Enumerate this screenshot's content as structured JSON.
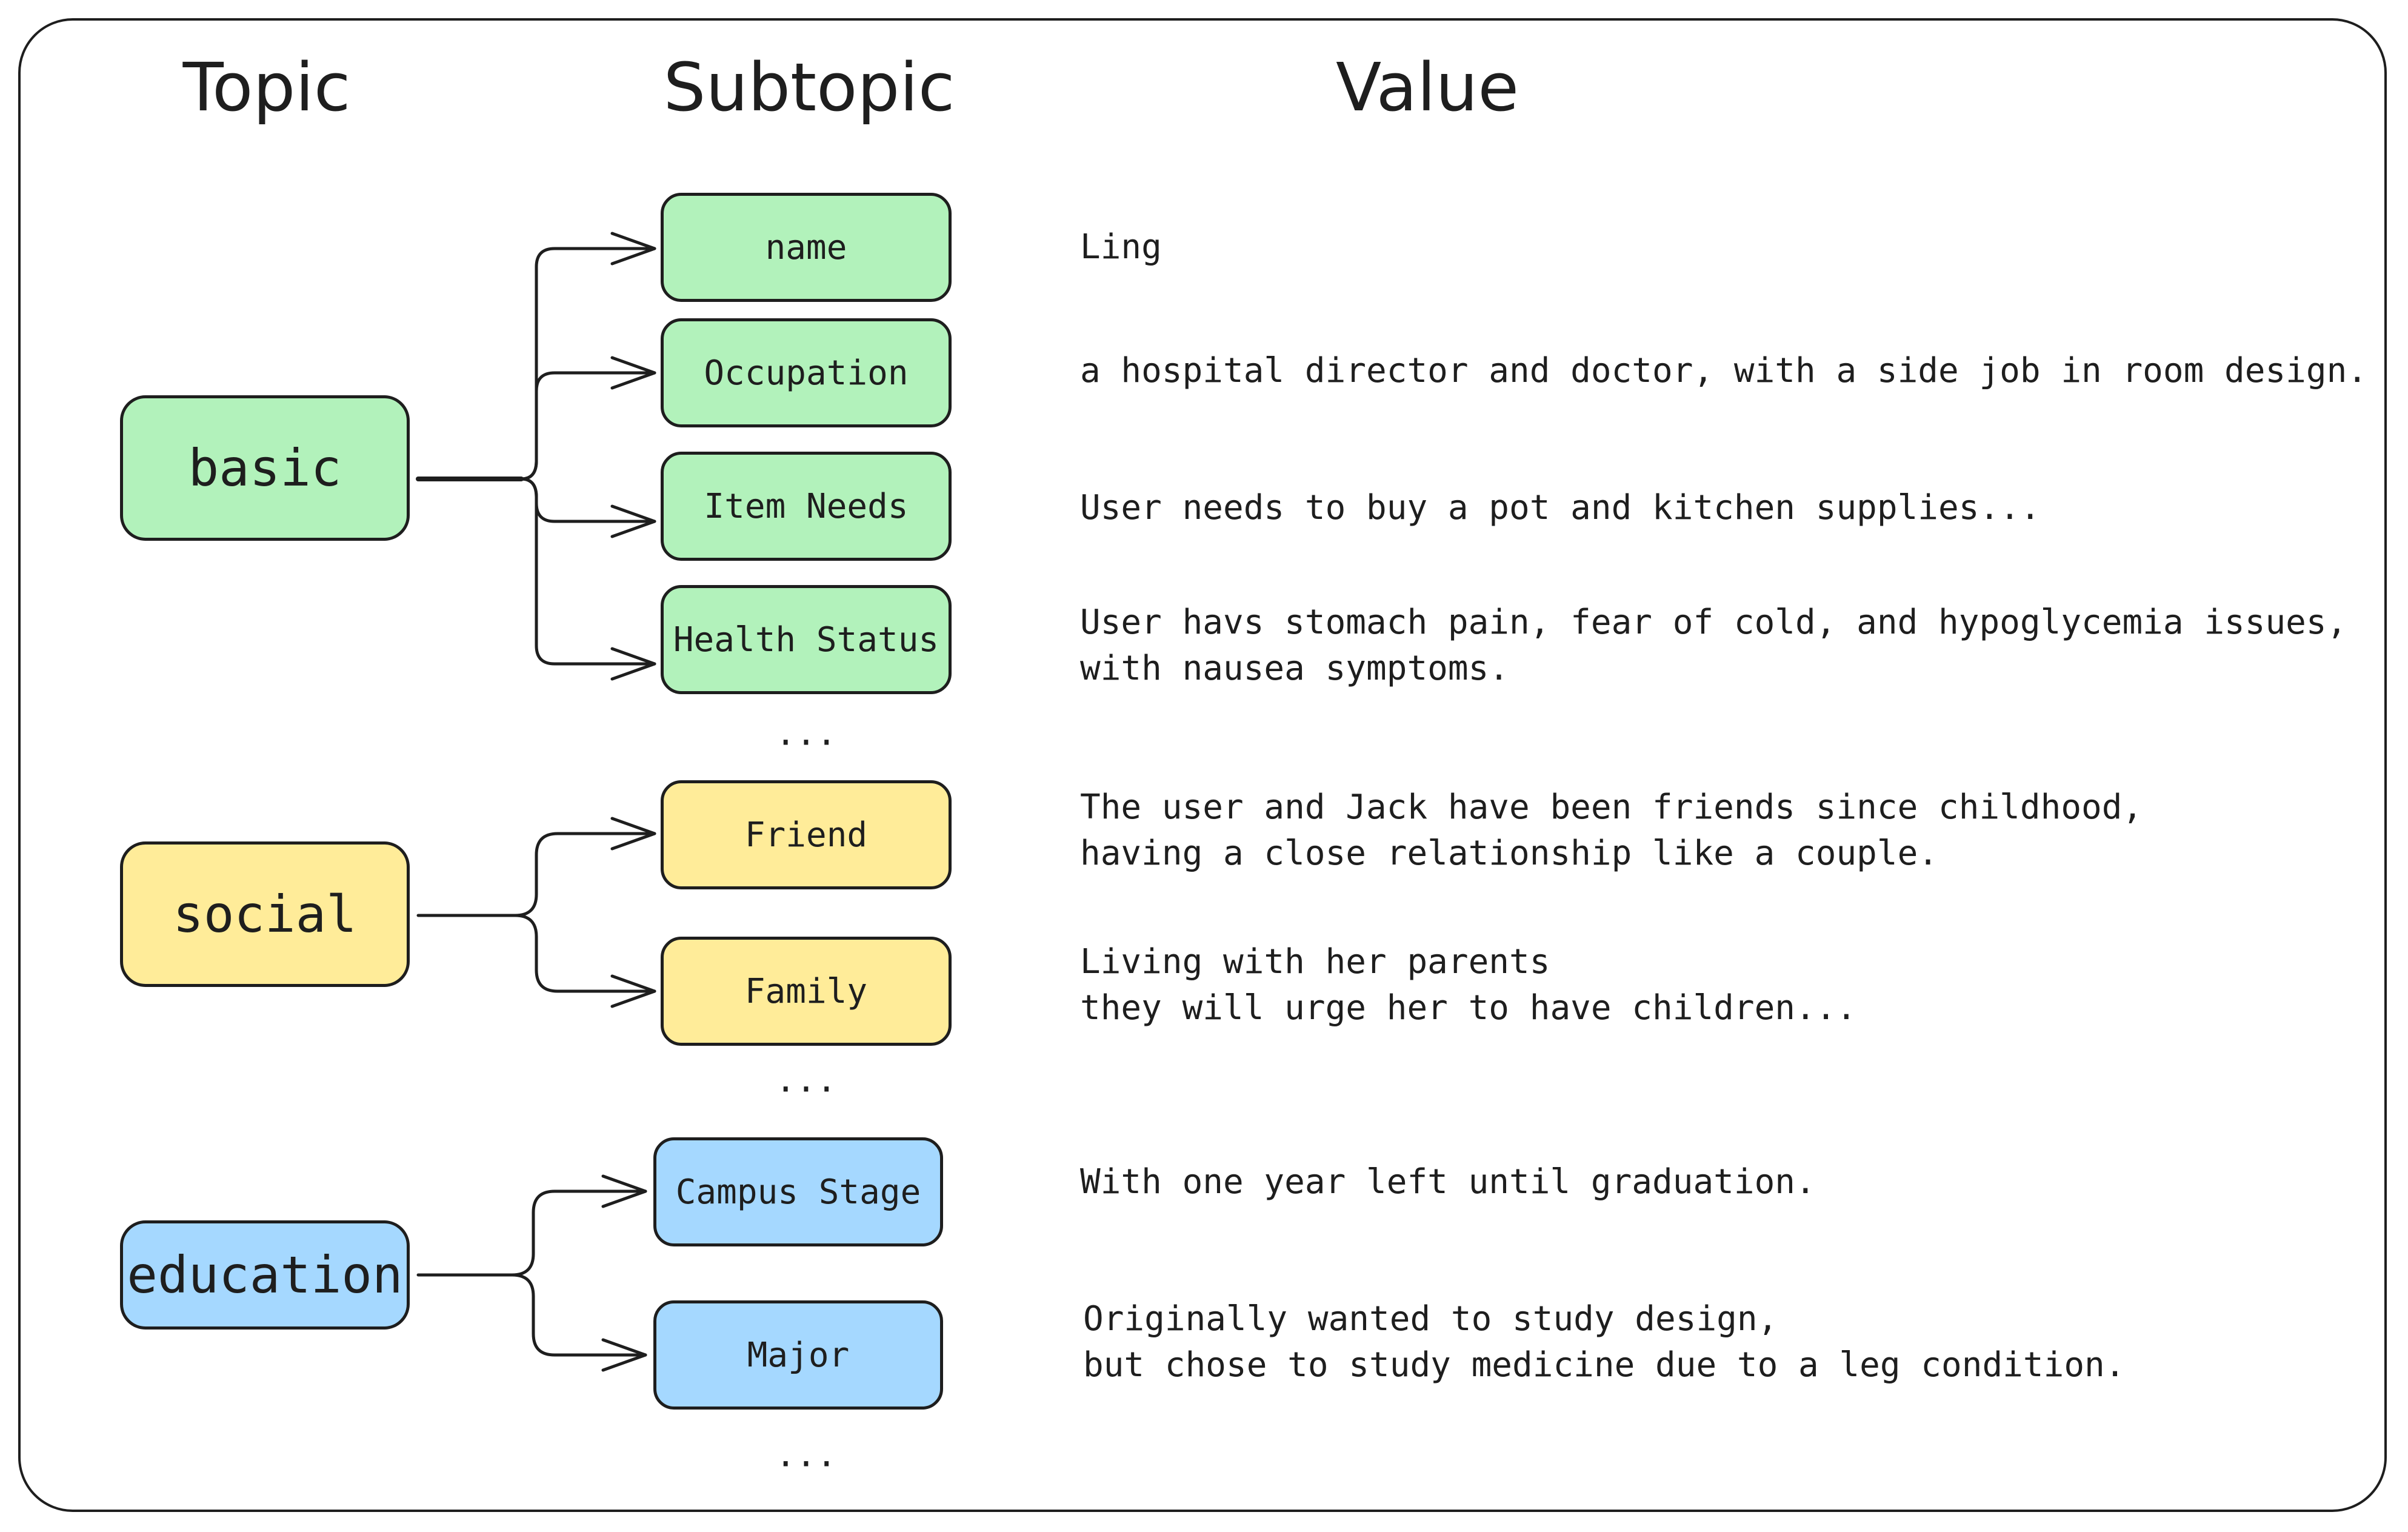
{
  "headers": {
    "topic": "Topic",
    "subtopic": "Subtopic",
    "value": "Value"
  },
  "groups": [
    {
      "topic": "basic",
      "color": "#b2f2bb",
      "rows": [
        {
          "subtopic": "name",
          "value": "Ling"
        },
        {
          "subtopic": "Occupation",
          "value": "a hospital director and doctor, with a side job in room design."
        },
        {
          "subtopic": "Item Needs",
          "value": "User needs to buy a pot and kitchen supplies..."
        },
        {
          "subtopic": "Health Status",
          "value": "User havs stomach pain, fear of cold, and hypoglycemia issues,\nwith nausea symptoms."
        }
      ],
      "more": "..."
    },
    {
      "topic": "social",
      "color": "#ffec99",
      "rows": [
        {
          "subtopic": "Friend",
          "value": "The user and Jack have been friends since childhood,\nhaving a close relationship like a couple."
        },
        {
          "subtopic": "Family",
          "value": "Living with her parents\nthey will urge her to have children..."
        }
      ],
      "more": "..."
    },
    {
      "topic": "education",
      "color": "#a5d8ff",
      "rows": [
        {
          "subtopic": "Campus Stage",
          "value": "With one year left until graduation."
        },
        {
          "subtopic": "Major",
          "value": "Originally wanted to study design,\nbut chose to study medicine due to a leg condition."
        }
      ],
      "more": "..."
    }
  ]
}
